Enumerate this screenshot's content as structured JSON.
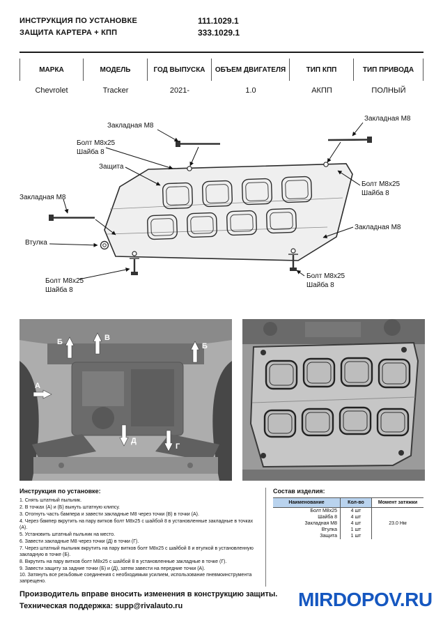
{
  "header": {
    "title_line1": "ИНСТРУКЦИЯ ПО УСТАНОВКЕ",
    "title_line2": "ЗАЩИТА КАРТЕРА + КПП",
    "part_number1": "111.1029.1",
    "part_number2": "333.1029.1"
  },
  "spec_table": {
    "columns": [
      "МАРКА",
      "МОДЕЛЬ",
      "ГОД ВЫПУСКА",
      "ОБЪЕМ ДВИГАТЕЛЯ",
      "ТИП КПП",
      "ТИП ПРИВОДА"
    ],
    "values": [
      "Chevrolet",
      "Tracker",
      "2021-",
      "1.0",
      "АКПП",
      "ПОЛНЫЙ"
    ]
  },
  "diagram": {
    "labels": [
      {
        "text": "Закладная М8"
      },
      {
        "text": "Закладная М8"
      },
      {
        "text": "Болт М8х25\nШайба 8"
      },
      {
        "text": "Защита"
      },
      {
        "text": "Болт М8х25\nШайба 8"
      },
      {
        "text": "Закладная М8"
      },
      {
        "text": "Закладная М8"
      },
      {
        "text": "Втулка"
      },
      {
        "text": "Болт М8х25\nШайба 8"
      },
      {
        "text": "Болт М8х25\nШайба 8"
      }
    ]
  },
  "photos": {
    "left_markers": [
      {
        "letter": "Б"
      },
      {
        "letter": "В"
      },
      {
        "letter": "Б"
      },
      {
        "letter": "А"
      },
      {
        "letter": "Д"
      },
      {
        "letter": "Г"
      }
    ]
  },
  "instructions": {
    "title": "Инструкция по установке:",
    "steps": [
      "1. Снять штатный пыльник.",
      "2. В точках (А) и (Б) вынуть штатную клипсу.",
      "3. Отогнуть часть бампера и завести закладные М8 через точки (В) в точки (А).",
      "4. Через бампер вкрутить на пару витков болт М8х25 с шайбой 8 в установленные закладные в точках (А).",
      "5. Установить штатный пыльник на место.",
      "6. Завести закладные М8 через точки (Д) в точки (Г).",
      "7. Через штатный пыльник вкрутить на пару витков болт М8х25 с шайбой 8 и втулкой в установленную закладную в точке (Б).",
      "8. Вкрутить на пару витков болт М8х25 с шайбой 8 в установленные закладные в точке (Г).",
      "9. Завести защиту за задние точки (Б) и (Д), затем завести на передние точки (А).",
      "10. Затянуть все резьбовые соединения с необходимым усилием, использование пневмоинструмента запрещено."
    ]
  },
  "components": {
    "title": "Состав изделия:",
    "columns": [
      "Наименование",
      "Кол-во",
      "Момент затяжки"
    ],
    "rows": [
      {
        "name": "Болт М8х25",
        "qty": "4 шт"
      },
      {
        "name": "Шайба 8",
        "qty": "4 шт"
      },
      {
        "name": "Закладная М8",
        "qty": "4 шт"
      },
      {
        "name": "Втулка",
        "qty": "1 шт"
      },
      {
        "name": "Защита",
        "qty": "1 шт"
      }
    ],
    "torque": "23.0 Нм"
  },
  "footer": {
    "line1": "Производитель вправе вносить изменения в конструкцию защиты.",
    "support_label": "Техническая поддержка:",
    "support_email": "supp@rivalauto.ru"
  },
  "watermark": {
    "text": "MIRDOPOV.RU",
    "color": "#1557c0"
  }
}
